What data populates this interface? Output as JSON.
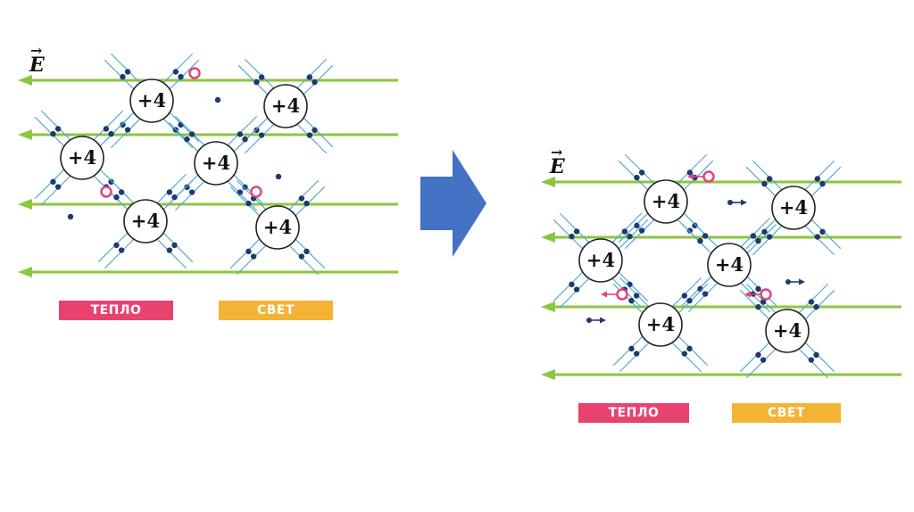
{
  "field_label": "E",
  "field_vector_mark": "→",
  "nucleus_label": "+4",
  "legend": {
    "heat": "ТЕПЛО",
    "light": "СВЕТ"
  },
  "colors": {
    "field_line": "#8cc63f",
    "bond": "#4fa9d6",
    "electron": "#1f3a6e",
    "hole": "#e0457b",
    "heat": "#e8426f",
    "light": "#f5b335",
    "arrow": "#4472c4"
  },
  "transition_arrow_icon": "right-block-arrow-icon"
}
